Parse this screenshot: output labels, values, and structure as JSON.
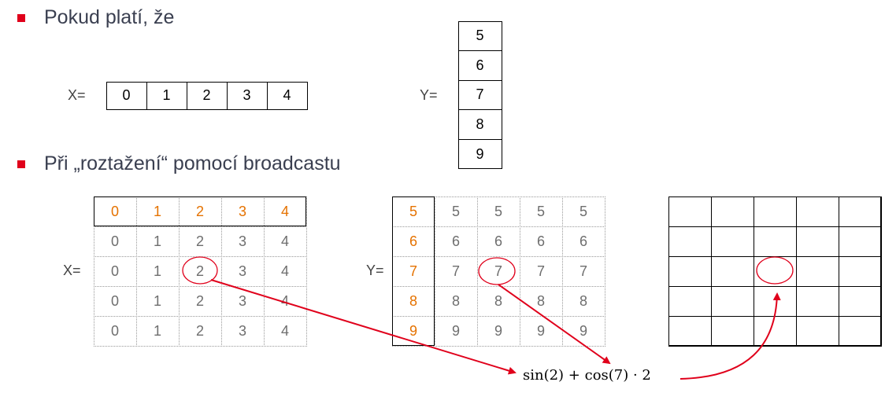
{
  "bullets": [
    {
      "text": "Pokud platí, že"
    },
    {
      "text": "Při „roztažení“ pomocí broadcastu"
    }
  ],
  "colors": {
    "bullet": "#e0001b",
    "highlight": "#e57200",
    "arrow": "#e0001b"
  },
  "x_label": "X=",
  "y_label": "Y=",
  "x_values": [
    "0",
    "1",
    "2",
    "3",
    "4"
  ],
  "y_values": [
    "5",
    "6",
    "7",
    "8",
    "9"
  ],
  "x_broadcast": [
    [
      "0",
      "1",
      "2",
      "3",
      "4"
    ],
    [
      "0",
      "1",
      "2",
      "3",
      "4"
    ],
    [
      "0",
      "1",
      "2",
      "3",
      "4"
    ],
    [
      "0",
      "1",
      "2",
      "3",
      "4"
    ],
    [
      "0",
      "1",
      "2",
      "3",
      "4"
    ]
  ],
  "y_broadcast": [
    [
      "5",
      "5",
      "5",
      "5",
      "5"
    ],
    [
      "6",
      "6",
      "6",
      "6",
      "6"
    ],
    [
      "7",
      "7",
      "7",
      "7",
      "7"
    ],
    [
      "8",
      "8",
      "8",
      "8",
      "8"
    ],
    [
      "9",
      "9",
      "9",
      "9",
      "9"
    ]
  ],
  "result_grid": {
    "rows": 5,
    "cols": 5
  },
  "highlight": {
    "row": 2,
    "col": 2
  },
  "formula": "sin(2) + cos(7) · 2"
}
